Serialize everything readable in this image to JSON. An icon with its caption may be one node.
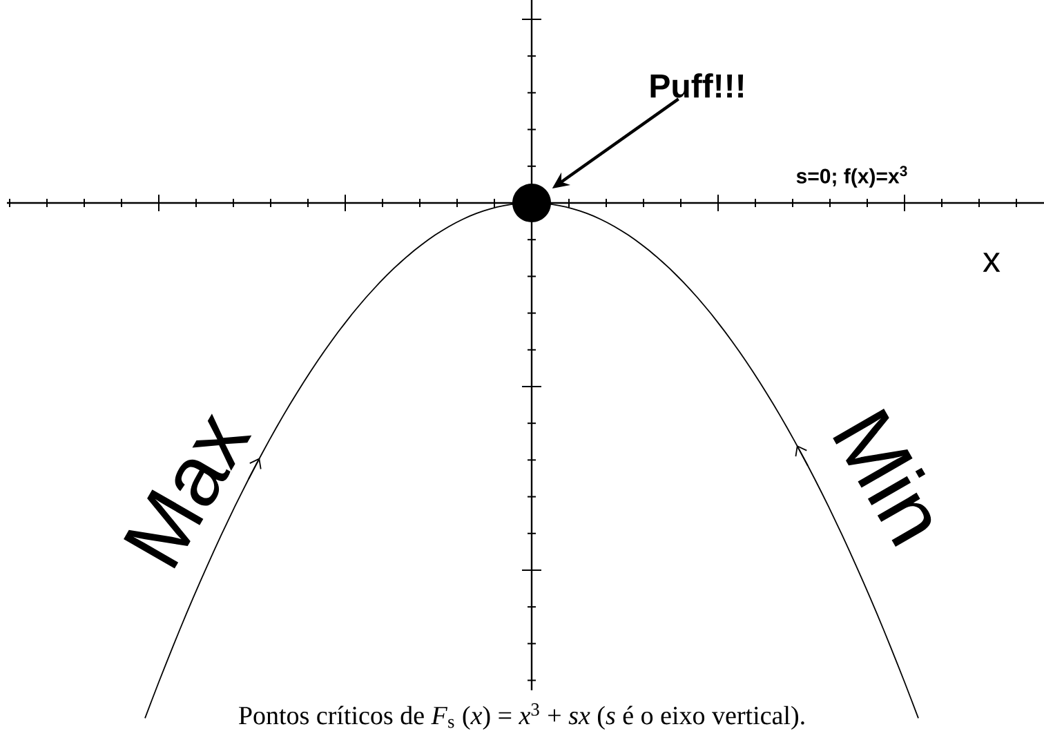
{
  "diagram": {
    "caption": "Pontos críticos de *F*$_{s}$ (*x*) = *x*$^{3}$ + *sx* (*s* é o eixo vertical).",
    "nodes": [
      {
        "text": [
          "Puff!!!"
        ]
      },
      {
        "text": [],
        "shape": "circle"
      }
    ],
    "edges": [
      {
        "from": 0,
        "to": 1,
        "arrow": "to"
      }
    ],
    "labels": [
      "s=0; f(x)=x$^{3}$",
      "x",
      "Max",
      "Min"
    ]
  }
}
